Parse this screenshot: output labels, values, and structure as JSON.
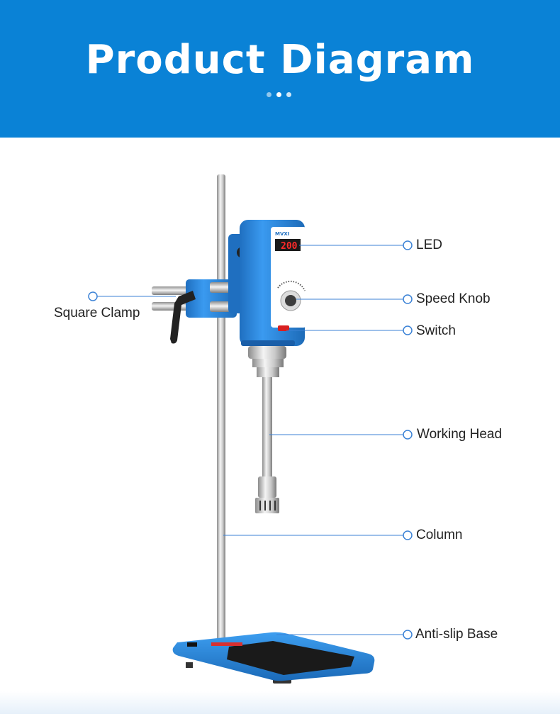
{
  "header": {
    "title": "Product Diagram"
  },
  "device": {
    "brand_text": "MVXI",
    "display_value": "200"
  },
  "callouts": [
    {
      "id": "led",
      "label": "LED"
    },
    {
      "id": "speed-knob",
      "label": "Speed Knob"
    },
    {
      "id": "switch",
      "label": "Switch"
    },
    {
      "id": "working-head",
      "label": "Working Head"
    },
    {
      "id": "column",
      "label": "Column"
    },
    {
      "id": "anti-slip-base",
      "label": "Anti-slip Base"
    },
    {
      "id": "square-clamp",
      "label": "Square Clamp"
    }
  ],
  "colors": {
    "header_blue": "#0a82d6",
    "device_blue": "#2f8ee0",
    "callout_line": "#3b82d6",
    "led_red": "#ff2a2a"
  }
}
